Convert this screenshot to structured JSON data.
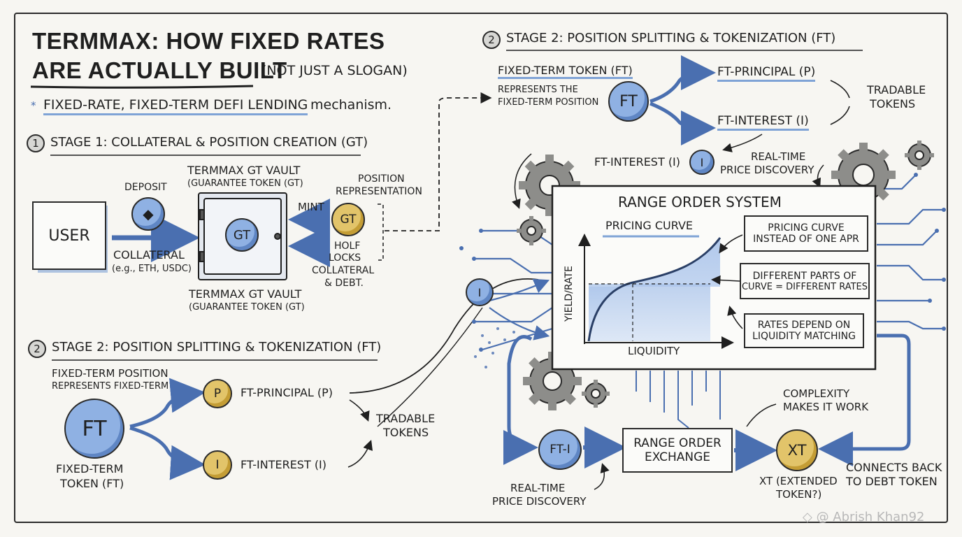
{
  "header": {
    "title_line1": "TERMMAX: HOW FIXED RATES",
    "title_line2": "ARE ACTUALLY BUILT",
    "title_aside": "(NOT JUST A SLOGAN)",
    "tagline_star": "*",
    "tagline_bold": "FIXED-RATE, FIXED-TERM DEFI LENDING",
    "tagline_rest": "mechanism."
  },
  "stage1": {
    "number": "1",
    "title": "STAGE 1: COLLATERAL & POSITION CREATION (GT)",
    "user": "USER",
    "deposit": "DEPOSIT",
    "collateral": "COLLATERAL",
    "collateral_examples": "(e.g., ETH, USDC)",
    "vault_top_title": "TERMMAX GT VAULT",
    "vault_top_sub": "(GUARANTEE TOKEN (GT)",
    "vault_coin": "GT",
    "vault_bottom_title": "TERMMAX GT VAULT",
    "vault_bottom_sub": "(GUARANTEE TOKEN (GT)",
    "mint": "MINT",
    "gt_coin": "GT",
    "position_rep_1": "POSITION",
    "position_rep_2": "REPRESENTATION",
    "holds_1": "HOLF",
    "holds_2": "LOCKS",
    "holds_3": "COLLATERAL",
    "holds_4": "& DEBT."
  },
  "stage2_lower": {
    "number": "2",
    "title": "STAGE 2: POSITION SPLITTING & TOKENIZATION (FT)",
    "position_1": "FIXED-TERM POSITION",
    "position_2": "REPRESENTS FIXED-TERM",
    "ft_coin": "FT",
    "ft_label_1": "FIXED-TERM",
    "ft_label_2": "TOKEN (FT)",
    "p_coin": "P",
    "principal": "FT-PRINCIPAL (P)",
    "i_coin": "I",
    "interest": "FT-INTEREST (I)",
    "tradable_1": "TRADABLE",
    "tradable_2": "TOKENS"
  },
  "stage2_upper": {
    "number": "2",
    "title": "STAGE 2: POSITION SPLITTING & TOKENIZATION (FT)",
    "ft_title": "FIXED-TERM TOKEN (FT)",
    "represents_1": "REPRESENTS THE",
    "represents_2": "FIXED-TERM POSITION",
    "ft_coin": "FT",
    "principal": "FT-PRINCIPAL (P)",
    "interest": "FT-INTEREST (I)",
    "tradable_1": "TRADABLE",
    "tradable_2": "TOKENS"
  },
  "range_system": {
    "interest_label": "FT-INTEREST (I)",
    "interest_coin": "I",
    "realtime_1": "REAL-TIME",
    "realtime_2": "PRICE DISCOVERY",
    "side_coin": "I",
    "title": "RANGE ORDER SYSTEM",
    "curve_title": "PRICING CURVE",
    "y_axis": "YIELD/RATE",
    "x_axis": "LIQUIDITY",
    "note1_1": "PRICING CURVE",
    "note1_2": "INSTEAD OF ONE APR",
    "note2_1": "DIFFERENT PARTS OF",
    "note2_2": "CURVE = DIFFERENT RATES",
    "note3_1": "RATES DEPEND ON",
    "note3_2": "LIQUIDITY MATCHING"
  },
  "exchange": {
    "fti_coin": "FT-I",
    "box_1": "RANGE ORDER",
    "box_2": "EXCHANGE",
    "xt_coin": "XT",
    "complexity_1": "COMPLEXITY",
    "complexity_2": "MAKES IT WORK",
    "realtime_1": "REAL-TIME",
    "realtime_2": "PRICE DISCOVERY",
    "xt_label_1": "XT (EXTENDED",
    "xt_label_2": "TOKEN?)",
    "connects_1": "CONNECTS BACK",
    "connects_2": "TO DEBT TOKEN"
  },
  "watermark": "◇ @ Abrish Khan92",
  "colors": {
    "blue": "#8fb1e3",
    "gold": "#e2c46a",
    "arrow": "#4a6fb0",
    "ink": "#1f1f1f"
  }
}
